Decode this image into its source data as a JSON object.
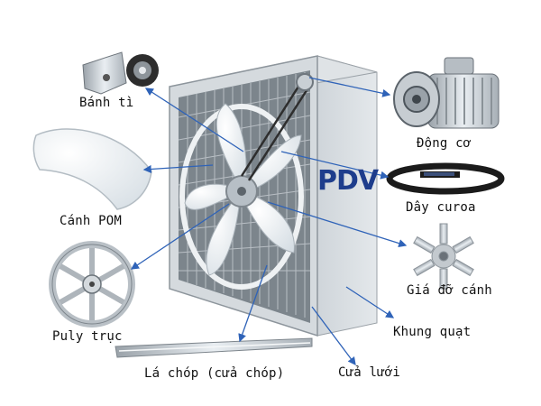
{
  "diagram": {
    "brand_logo": "PDV",
    "parts": [
      {
        "id": "banh-ti",
        "label": "Bánh tì"
      },
      {
        "id": "dong-co",
        "label": "Động cơ"
      },
      {
        "id": "canh-pom",
        "label": "Cánh POM"
      },
      {
        "id": "day-curoa",
        "label": "Dây curoa"
      },
      {
        "id": "gia-do-canh",
        "label": "Giá đỡ cánh"
      },
      {
        "id": "puly-truc",
        "label": "Puly trục"
      },
      {
        "id": "khung-quat",
        "label": "Khung quạt"
      },
      {
        "id": "la-chop",
        "label": "Lá chóp (cửa chóp)"
      },
      {
        "id": "cua-luoi",
        "label": "Cửa lưới"
      }
    ],
    "colors": {
      "arrow": "#2f63b8",
      "label_text": "#111111",
      "logo": "#1e3d8c",
      "frame": "#c9ced3"
    }
  }
}
